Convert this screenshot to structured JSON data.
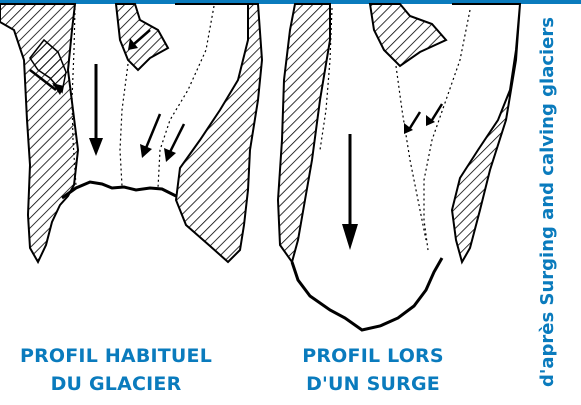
{
  "colors": {
    "accent": "#0a7bbd",
    "ink": "#000000",
    "background": "#ffffff"
  },
  "left_panel": {
    "caption_line1": "PROFIL HABITUEL",
    "caption_line2": "DU GLACIER"
  },
  "right_panel": {
    "caption_line1": "PROFIL LORS",
    "caption_line2": "D'UN SURGE"
  },
  "credit": "d'après Surging and calving glaciers"
}
